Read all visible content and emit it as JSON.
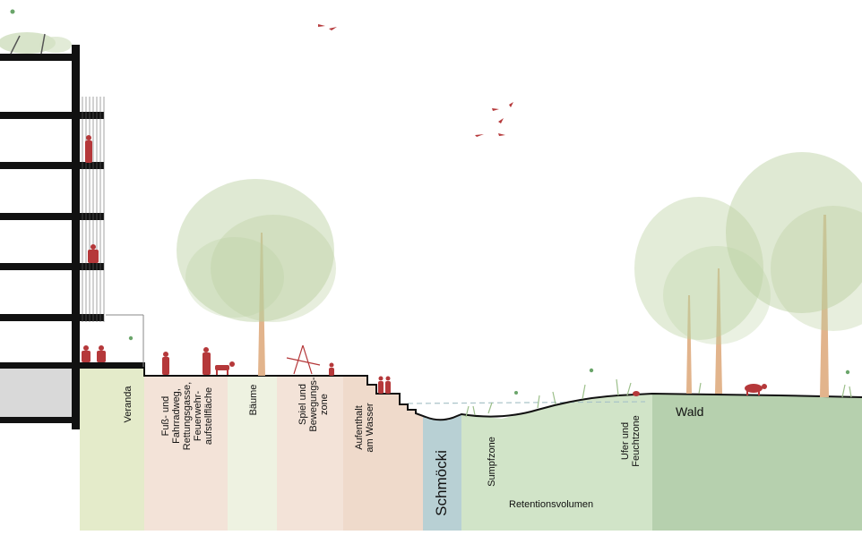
{
  "zones": [
    {
      "id": "veranda",
      "label": "Veranda",
      "color": "#e4ebca"
    },
    {
      "id": "weg",
      "label": "Fuß- und\nFahrradweg,\nRettungsgasse,\nFeuerwehr-\naufstellfläche",
      "color": "#f3e3d8"
    },
    {
      "id": "baeume",
      "label": "Bäume",
      "color": "#eef2e1"
    },
    {
      "id": "spiel",
      "label": "Spiel und\nBewegungs-\nzone",
      "color": "#f3e3d8"
    },
    {
      "id": "wasser",
      "label": "Aufenthalt\nam Wasser",
      "color": "#efdacb"
    },
    {
      "id": "schmoecki",
      "label": "Schmöcki",
      "color": "#b8d0d4"
    },
    {
      "id": "sumpf",
      "label": "Sumpfzone",
      "color": "#d1e4c8"
    },
    {
      "id": "ufer",
      "label": "Ufer und\nFeuchtzone",
      "color": "#d1e4c8"
    },
    {
      "id": "wald",
      "label": "Wald",
      "color": "#b6d0ae"
    }
  ],
  "retention_label": "Retentionsvolumen",
  "colors": {
    "people": "#b5383a",
    "tree_trunk": "#e2b48c",
    "tree_canopy": "#b9cf9e",
    "building": "#111111",
    "ground_line": "#111111"
  },
  "icons": [
    "bird-icon",
    "person-icon",
    "dog-icon",
    "animal-icon",
    "plant-icon",
    "flower-icon"
  ]
}
